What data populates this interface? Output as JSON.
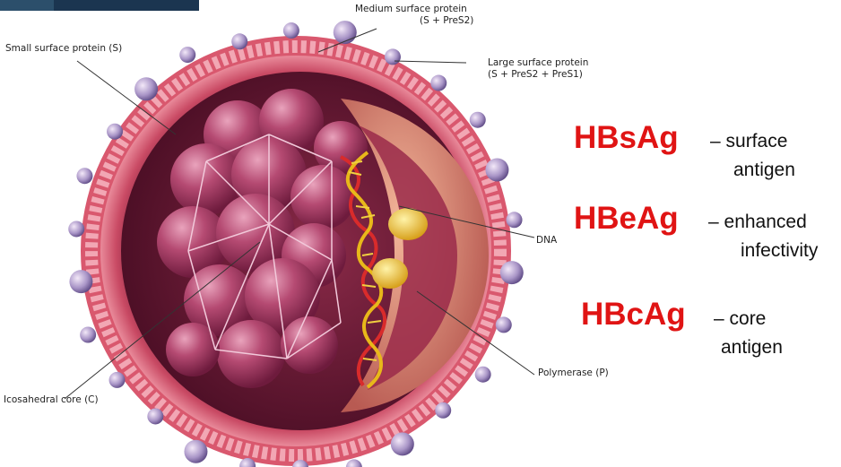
{
  "labels": {
    "small_surface_protein": "Small surface protein (S)",
    "medium_surface_protein_l1": "Medium surface protein",
    "medium_surface_protein_l2": "(S + PreS2)",
    "large_surface_protein_l1": "Large surface protein",
    "large_surface_protein_l2": "(S + PreS2 + PreS1)",
    "dna": "DNA",
    "polymerase": "Polymerase (P)",
    "icosahedral_core": "Icosahedral core (C)"
  },
  "antigens": [
    {
      "abbr": "HBsAg",
      "dash": "– surface",
      "line2": "antigen"
    },
    {
      "abbr": "HBeAg",
      "dash": "– enhanced",
      "line2": "infectivity"
    },
    {
      "abbr": "HBcAg",
      "dash": "– core",
      "line2": "antigen"
    }
  ],
  "colors": {
    "antigen_red": "#e01414",
    "envelope": "#d9586e",
    "core": "#a83a5c",
    "dna_helix": "#e8b81a"
  }
}
